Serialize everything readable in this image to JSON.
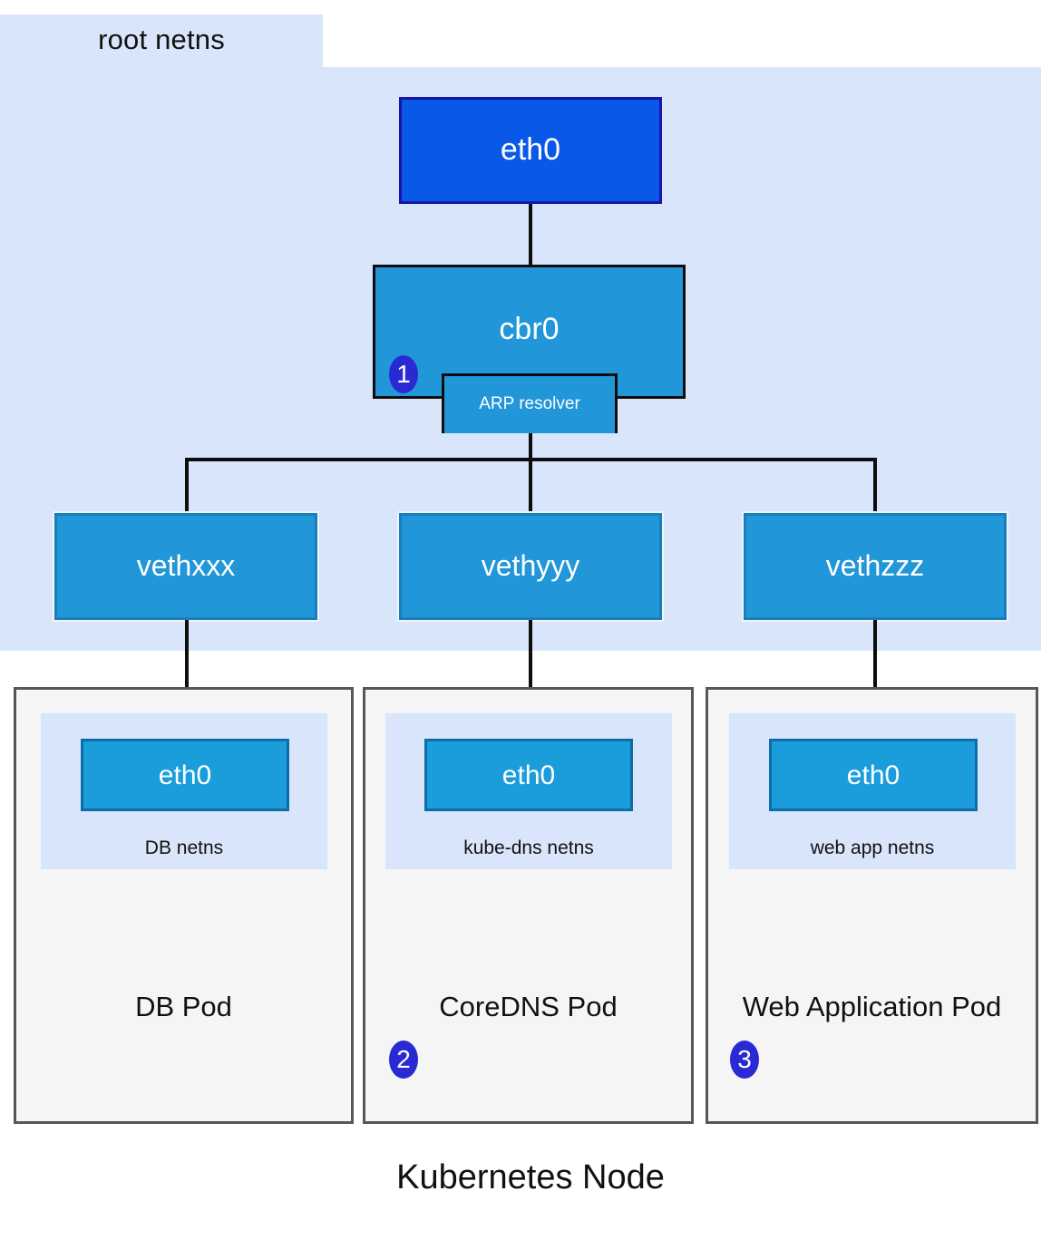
{
  "diagram": {
    "caption": "Kubernetes Node",
    "root_netns_label": "root netns",
    "colors": {
      "root_netns_bg": "#d9e5fb",
      "pod_bg": "#f5f5f5",
      "pod_border": "#575757",
      "eth0_top_fill": "#0a58e8",
      "eth0_top_border": "#1616a8",
      "bridge_fill": "#2196d9",
      "bridge_border": "#0d0d0d",
      "veth_fill": "#2196d9",
      "veth_border": "#1a7fb8",
      "pod_eth0_fill": "#1b9ddb",
      "pod_eth0_border": "#0d6da6",
      "badge_fill": "#2a2ad4",
      "line": "#0d0d0d",
      "text_light": "#ffffff",
      "text_dark": "#111111"
    }
  },
  "host": {
    "eth0_label": "eth0",
    "bridge_label": "cbr0",
    "arp_resolver_label": "ARP resolver",
    "bridge_badge": "1"
  },
  "veths": [
    {
      "label": "vethxxx"
    },
    {
      "label": "vethyyy"
    },
    {
      "label": "vethzzz"
    }
  ],
  "pods": [
    {
      "title": "DB Pod",
      "netns_label": "DB netns",
      "eth0_label": "eth0",
      "badge": ""
    },
    {
      "title": "CoreDNS Pod",
      "netns_label": "kube-dns netns",
      "eth0_label": "eth0",
      "badge": "2"
    },
    {
      "title": "Web Application Pod",
      "netns_label": "web app netns",
      "eth0_label": "eth0",
      "badge": "3"
    }
  ]
}
